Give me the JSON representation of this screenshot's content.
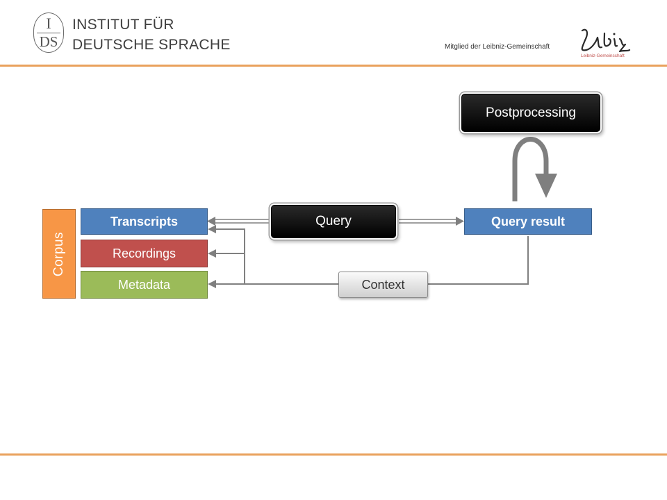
{
  "header": {
    "logo_top": "I",
    "logo_bottom": "DS",
    "institute_line1": "INSTITUT FÜR",
    "institute_line2": "DEUTSCHE SPRACHE",
    "member_text": "Mitglied der Leibniz-Gemeinschaft",
    "leibniz_signature": "Leibniz",
    "leibniz_caption": "Leibniz-Gemeinschaft"
  },
  "diagram": {
    "corpus_label": "Corpus",
    "transcripts_label": "Transcripts",
    "recordings_label": "Recordings",
    "metadata_label": "Metadata",
    "query_label": "Query",
    "query_result_label": "Query result",
    "postprocessing_label": "Postprocessing",
    "context_label": "Context"
  },
  "colors": {
    "accent_rule": "#e9a15c",
    "blue": "#4f81bd",
    "red": "#c0504d",
    "green": "#9bbb59",
    "orange": "#f79646",
    "arrow_grey": "#7f7f7f"
  }
}
